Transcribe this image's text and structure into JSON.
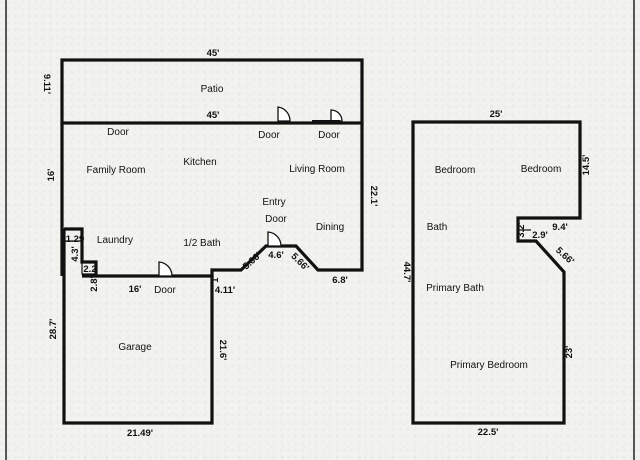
{
  "house": {
    "patio": "Patio",
    "patio_top_dim": "45'",
    "patio_bottom_dim": "45'",
    "patio_side_dim": "9.11'",
    "door_left": "Door",
    "door_mid": "Door",
    "door_right": "Door",
    "family_room": "Family Room",
    "kitchen": "Kitchen",
    "living_room": "Living Room",
    "entry_line1": "Entry",
    "entry_line2": "Door",
    "dining": "Dining",
    "laundry": "Laundry",
    "half_bath": "1/2 Bath",
    "garage": "Garage",
    "garage_door": "Door",
    "dim_16": "16'",
    "dim_22_1": "22.1'",
    "dim_1_29": "1.29",
    "dim_4_3": "4.3'",
    "dim_2_2": "2.2",
    "dim_2_8": "2.8'",
    "dim_16b": "16'",
    "dim_1": "1'",
    "dim_4_11": "4.11'",
    "dim_5_66a": "5.66'",
    "dim_4_6": "4.6'",
    "dim_5_66b": "5.66'",
    "dim_6_8": "6.8'",
    "dim_28_7": "28.7'",
    "dim_21_6": "21.6'",
    "dim_21_49": "21.49'"
  },
  "upper": {
    "bedroom_left": "Bedroom",
    "bedroom_right": "Bedroom",
    "bath": "Bath",
    "primary_bath": "Primary Bath",
    "primary_bedroom": "Primary Bedroom",
    "dim_25": "25'",
    "dim_14_5": "14.5'",
    "dim_3_2": "3.2'",
    "dim_2_9": "2.9'",
    "dim_9_4": "9.4'",
    "dim_5_66": "5.66'",
    "dim_44_7": "44.7'",
    "dim_23": "23'",
    "dim_22_5": "22.5'"
  }
}
